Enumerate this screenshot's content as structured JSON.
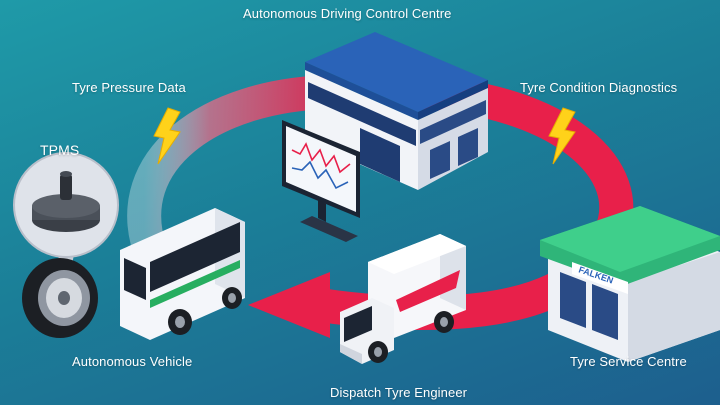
{
  "labels": {
    "control_centre": "Autonomous Driving Control Centre",
    "pressure_data": "Tyre Pressure Data",
    "condition_diagnostics": "Tyre Condition Diagnostics",
    "tpms": "TPMS",
    "vehicle": "Autonomous Vehicle",
    "service_centre": "Tyre Service Centre",
    "dispatch": "Dispatch Tyre Engineer"
  },
  "service_centre_sign": "FALKEN",
  "colors": {
    "arrow": "#e8204a",
    "arrow_faded": "#f08aa0",
    "bolt": "#ffd21a",
    "building_roof": "#2a63b8",
    "station_roof": "#2fb579",
    "truck_stripe": "#e8204a"
  },
  "icons": [
    "lightning-bolt-icon",
    "tyre-icon",
    "tpms-sensor-icon",
    "monitor-icon"
  ]
}
